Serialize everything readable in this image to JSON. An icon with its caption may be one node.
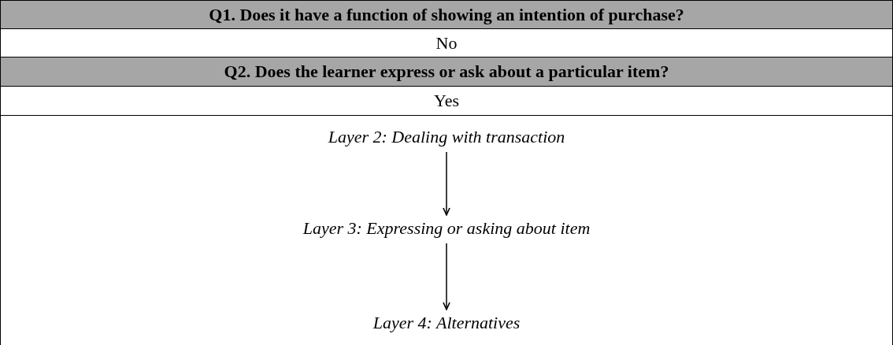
{
  "diagram": {
    "nodes": [
      {
        "text": [
          "Q1. Does it have a function of showing an intention of purchase?"
        ]
      },
      {
        "text": [
          "No"
        ]
      },
      {
        "text": [
          "Q2. Does the learner express or ask about a particular item?"
        ]
      },
      {
        "text": [
          "Yes"
        ]
      },
      {
        "text": [],
        "shape": "box"
      },
      {
        "text": [
          "Layer 2: Dealing with transaction"
        ],
        "in": 4
      },
      {
        "text": [
          "Layer 3: Expressing or asking about item"
        ],
        "in": 4
      },
      {
        "text": [
          "Layer 4: Alternatives"
        ],
        "in": 4
      }
    ],
    "edges": [
      {
        "from": 5,
        "to": 6,
        "arrow": "to"
      },
      {
        "from": 6,
        "to": 7,
        "arrow": "to"
      }
    ]
  }
}
